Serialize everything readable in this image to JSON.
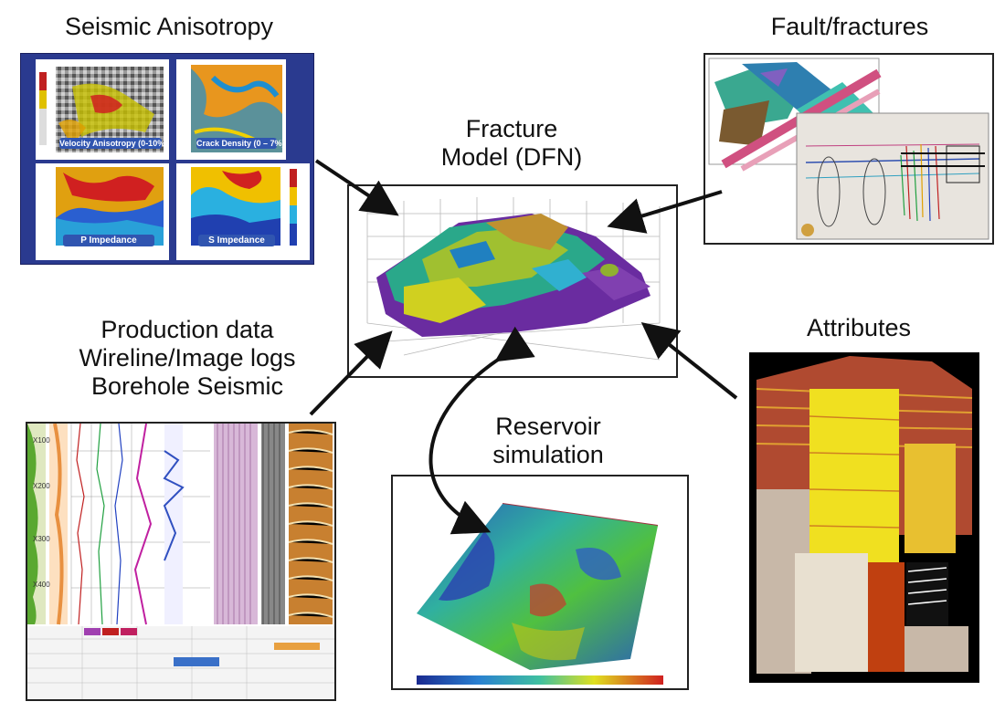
{
  "titles": {
    "seismic_anisotropy": "Seismic Anisotropy",
    "fault_fractures": "Fault/fractures",
    "fracture_model_line1": "Fracture",
    "fracture_model_line2": "Model (DFN)",
    "production_line1": "Production data",
    "production_line2": "Wireline/Image logs",
    "production_line3": "Borehole Seismic",
    "attributes": "Attributes",
    "reservoir_line1": "Reservoir",
    "reservoir_line2": "simulation"
  },
  "seismic_panels": {
    "velocity_anisotropy": "Velocity Anisotropy (0-10%)",
    "crack_density": "Crack Density (0 – 7%)",
    "p_impedance": "P Impedance",
    "s_impedance": "S Impedance"
  },
  "log_depths": [
    "X100",
    "X200",
    "X300",
    "X400"
  ],
  "colors": {
    "seismic_bg": "#2a3a8f",
    "arrow": "#111111",
    "panel_border": "#222222"
  }
}
